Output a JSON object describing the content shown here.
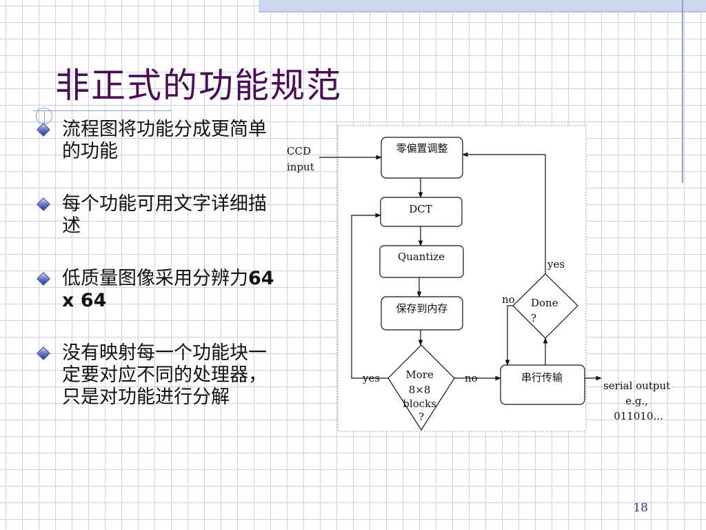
{
  "slide": {
    "title": "非正式的功能规范",
    "bullets": [
      {
        "text": "流程图将功能分成更简单的功能"
      },
      {
        "text": "每个功能可用文字详细描述"
      },
      {
        "text": "低质量图像采用分辨力",
        "bold": "64 x 64"
      },
      {
        "text": "没有映射每一个功能块一定要对应不同的处理器，只是对功能进行分解"
      }
    ],
    "page_number": "18"
  },
  "flowchart": {
    "input": [
      "CCD",
      "input"
    ],
    "nodes": {
      "offset": "零偏置调整",
      "dct": "DCT",
      "quantize": "Quantize",
      "store": "保存到内存",
      "more": [
        "More",
        "8×8",
        "blocks",
        "?"
      ],
      "serial": "串行传输",
      "done": [
        "Done",
        "?"
      ]
    },
    "edges": {
      "more_yes": "yes",
      "more_no": "no",
      "done_yes": "yes",
      "done_no": "no"
    },
    "output": [
      "serial output",
      "e.g.,",
      "011010..."
    ]
  }
}
